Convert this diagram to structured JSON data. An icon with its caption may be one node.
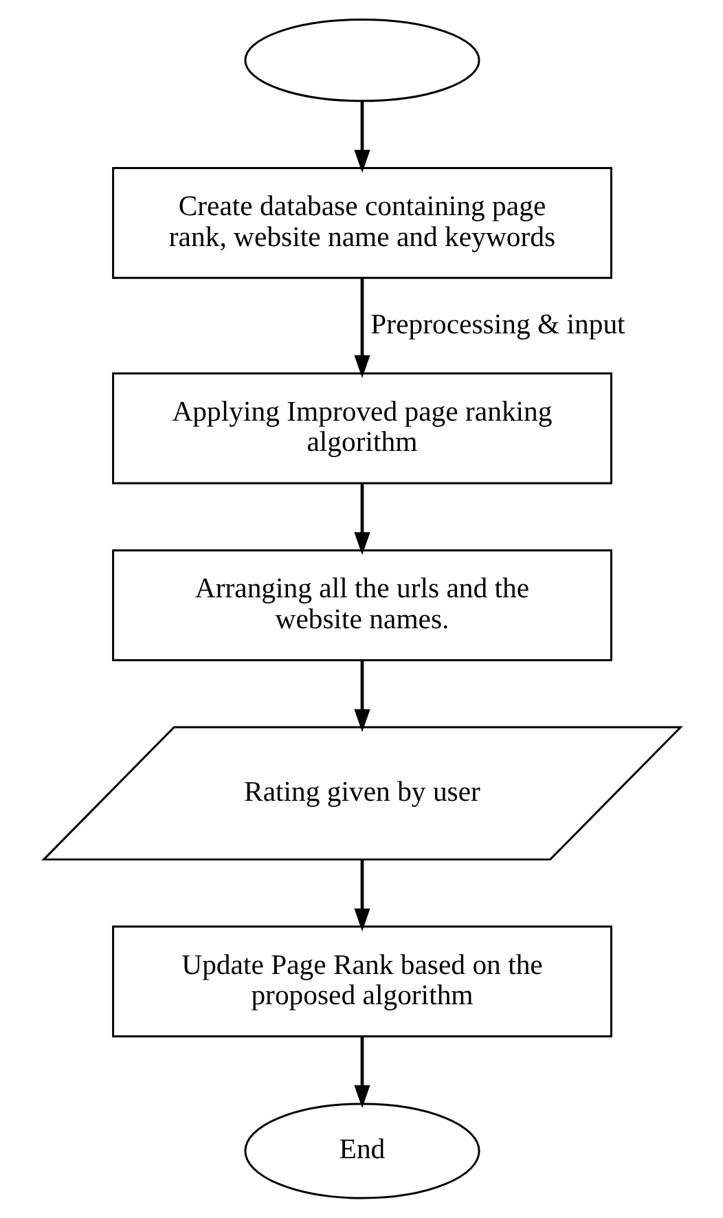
{
  "diagram": {
    "nodes": [
      {
        "text": [],
        "shape": "ellipse"
      },
      {
        "text": [
          "Create database containing page rank, website name and keywords"
        ]
      },
      {
        "text": [
          "Applying Improved page ranking algorithm"
        ]
      },
      {
        "text": [
          "Arranging all the urls and the website names."
        ]
      },
      {
        "text": [
          "Rating given by user"
        ]
      },
      {
        "text": [
          "Update Page Rank based on the proposed algorithm"
        ]
      },
      {
        "text": [
          "End"
        ]
      }
    ],
    "edges": [
      {
        "from": 0,
        "to": 1,
        "arrow": "to"
      },
      {
        "from": 1,
        "to": 2,
        "arrow": "to",
        "label": "Preprocessing & input"
      },
      {
        "from": 2,
        "to": 3,
        "arrow": "to"
      },
      {
        "from": 3,
        "to": 4,
        "arrow": "to"
      },
      {
        "from": 4,
        "to": 5,
        "arrow": "to"
      },
      {
        "from": 5,
        "to": 6,
        "arrow": "to"
      }
    ]
  }
}
